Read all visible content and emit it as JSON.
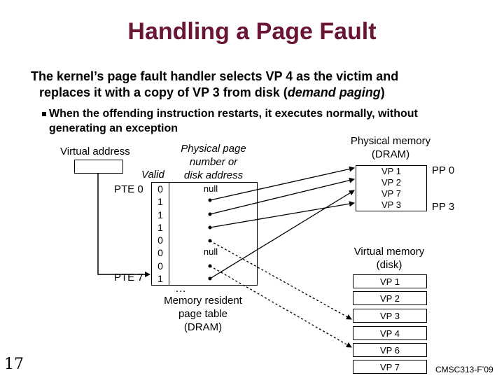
{
  "slide": {
    "title": "Handling a Page Fault",
    "bullet1_line1": "The kernel’s page fault handler selects VP 4 as the victim and",
    "bullet1_line2_pre": "replaces it with a copy of VP 3 from disk (",
    "bullet1_line2_em": "demand paging",
    "bullet1_line2_post": ")",
    "bullet2_line1": "When the offending instruction restarts, it executes normally, without",
    "bullet2_line2": "generating an exception",
    "slide_number": "17",
    "footer": "CMSC313-F’09"
  },
  "page_table": {
    "virtual_address_label": "Virtual address",
    "ppn_header_line1": "Physical page",
    "ppn_header_line2": "number or",
    "ppn_header_line3": "disk address",
    "valid_header": "Valid",
    "pte0_label": "PTE 0",
    "pte7_label": "PTE 7",
    "valid_bits": [
      "0",
      "1",
      "1",
      "1",
      "0",
      "0",
      "0",
      "1"
    ],
    "null_top": "null",
    "null_bottom": "null",
    "ellipsis": "…",
    "caption_line1": "Memory resident",
    "caption_line2": "page table",
    "caption_line3": "(DRAM)"
  },
  "physical_memory": {
    "label_line1": "Physical memory",
    "label_line2": "(DRAM)",
    "cells": [
      "VP 1",
      "VP 2",
      "VP 7",
      "VP 3"
    ],
    "pp0": "PP 0",
    "pp3": "PP 3"
  },
  "virtual_memory": {
    "label_line1": "Virtual memory",
    "label_line2": "(disk)",
    "cells": [
      "VP 1",
      "VP 2",
      "VP 3",
      "VP 4",
      "VP 6",
      "VP 7"
    ]
  }
}
